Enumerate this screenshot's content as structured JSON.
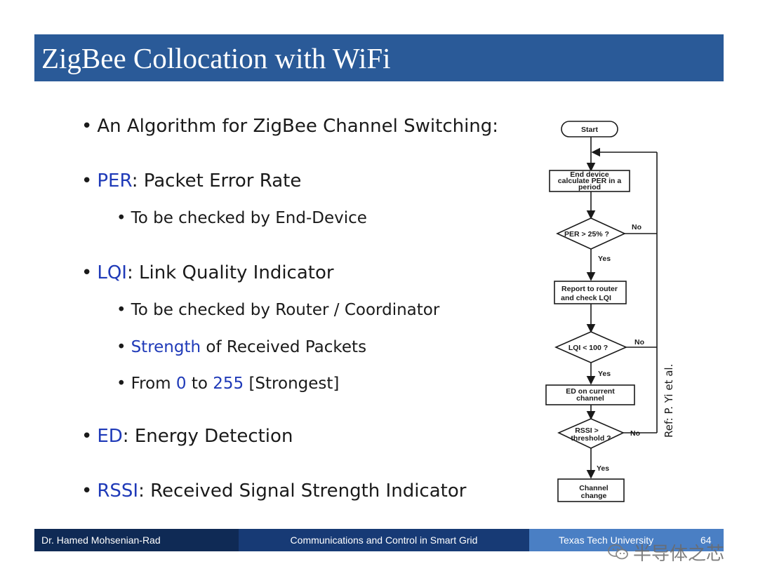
{
  "slide": {
    "title": "ZigBee Collocation with WiFi",
    "bullets": {
      "b1_text": "An Algorithm for ZigBee Channel Switching:",
      "b2_term": "PER",
      "b2_rest": ": Packet Error Rate",
      "b2_sub1": "To be checked by End-Device",
      "b3_term": "LQI",
      "b3_rest": ": Link Quality Indicator",
      "b3_sub1": "To be checked by Router / Coordinator",
      "b3_sub2_term": "Strength",
      "b3_sub2_rest": " of Received Packets",
      "b3_sub3_a": "From ",
      "b3_sub3_n1": "0",
      "b3_sub3_b": " to ",
      "b3_sub3_n2": "255",
      "b3_sub3_c": " [Strongest]",
      "b4_term": "ED",
      "b4_rest": ": Energy Detection",
      "b5_term": "RSSI",
      "b5_rest": ": Received Signal Strength Indicator"
    },
    "reference": "Ref: P. Yi et al."
  },
  "flowchart": {
    "start": "Start",
    "step1": [
      "End device",
      "calculate PER in a",
      "period"
    ],
    "decision1": "PER > 25% ?",
    "step2": [
      "Report to router",
      "and check LQI"
    ],
    "decision2": "LQI < 100  ?",
    "step3": [
      "ED on current",
      "channel"
    ],
    "decision3": [
      "RSSI >",
      "threshold ?"
    ],
    "end": [
      "Channel",
      "change"
    ],
    "yes": "Yes",
    "no": "No"
  },
  "footer": {
    "author": "Dr. Hamed Mohsenian-Rad",
    "course": "Communications and Control in Smart Grid",
    "university": "Texas Tech University",
    "page": "64"
  },
  "watermark": "半导体之芯",
  "colors": {
    "title_bar": "#2a5a98",
    "highlight": "#1f3ab8",
    "footer_left": "#0f2a55",
    "footer_mid": "#173a75",
    "footer_right": "#4a7fc4"
  }
}
